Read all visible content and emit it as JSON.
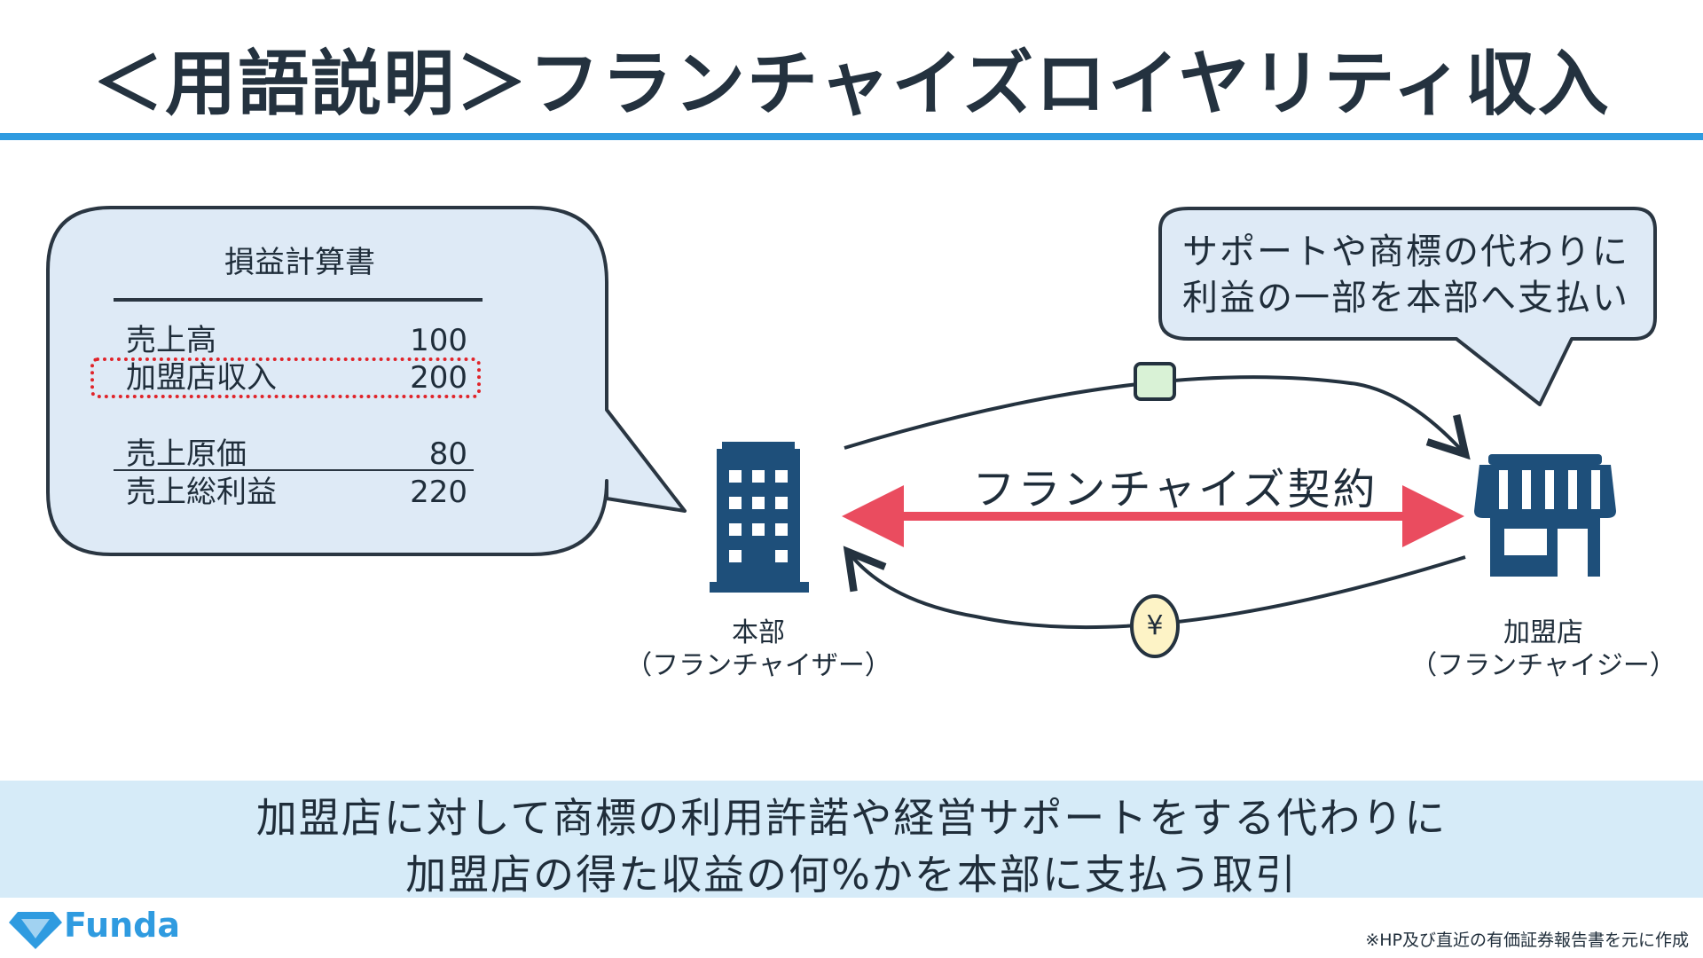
{
  "title": "＜用語説明＞フランチャイズロイヤリティ収入",
  "income_statement": {
    "title": "損益計算書",
    "rows": [
      {
        "label": "売上高",
        "value": "100"
      },
      {
        "label": "加盟店収入",
        "value": "200"
      },
      {
        "label": "売上原価",
        "value": "80"
      },
      {
        "label": "売上総利益",
        "value": "220"
      }
    ]
  },
  "franchisee_bubble": {
    "line1": "サポートや商標の代わりに",
    "line2": "利益の一部を本部へ支払い"
  },
  "contract_label": "フランチャイズ契約",
  "payment_symbol": "¥",
  "headquarters": {
    "name": "本部",
    "role": "（フランチャイザー）"
  },
  "franchisee": {
    "name": "加盟店",
    "role": "（フランチャイジー）"
  },
  "summary": {
    "line1": "加盟店に対して商標の利用許諾や経営サポートをする代わりに",
    "line2": "加盟店の得た収益の何%かを本部に支払う取引"
  },
  "brand": "Funda",
  "source_note": "※HP及び直近の有価証券報告書を元に作成",
  "colors": {
    "accent_blue": "#2f9be0",
    "bubble_fill": "#deeaf6",
    "icon_navy": "#1e4f7a",
    "contract_arrow": "#ea4c5f",
    "highlight_red": "#e0242a",
    "summary_band": "#d6ebf8",
    "service_box": "#d9f2d6",
    "coin_fill": "#fdf3c6"
  },
  "icons": {
    "headquarters": "office-building-icon",
    "franchisee": "storefront-icon",
    "brand_logo": "diamond-heart-logo-icon",
    "service": "service-box-icon",
    "payment": "yen-coin-icon"
  }
}
